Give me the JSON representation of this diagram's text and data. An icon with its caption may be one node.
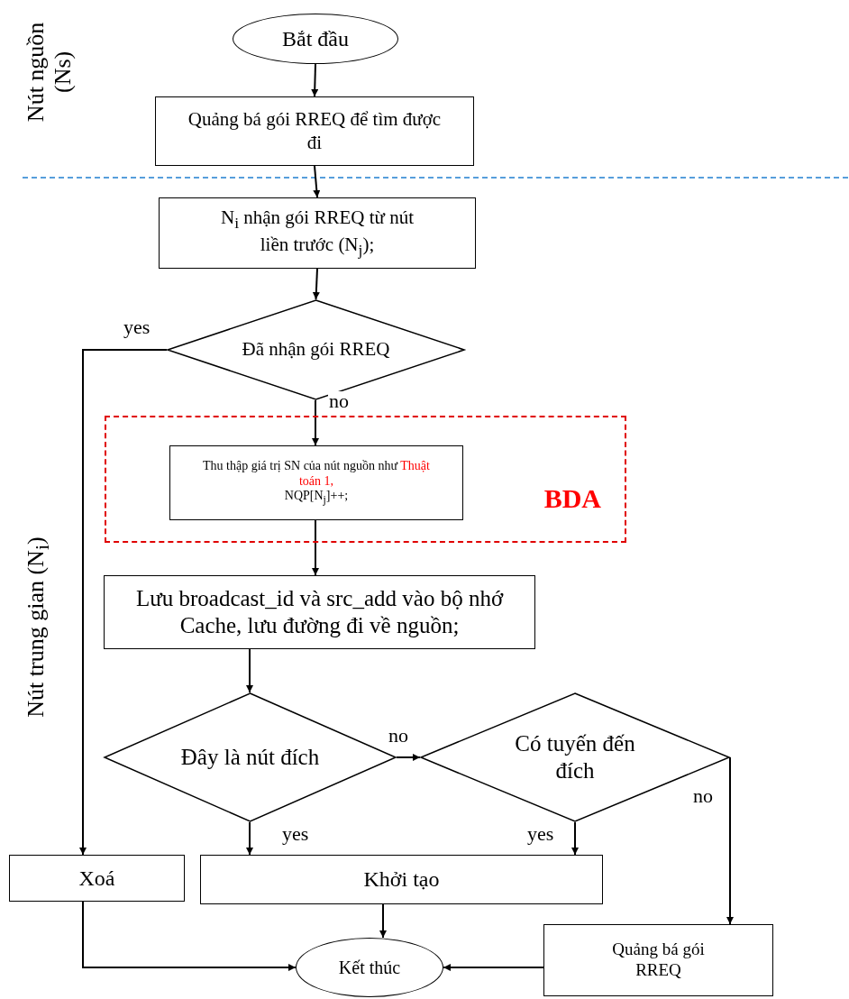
{
  "diagram": {
    "nodes": [
      {
        "text": [
          "Bắt đầu"
        ]
      },
      {
        "text": [
          "Quảng bá gói RREQ để tìm được đi"
        ]
      },
      {
        "text": [
          "N$_{i}$ nhận gói RREQ từ nút liền trước (N$_{j}$);"
        ]
      },
      {
        "text": [
          "Đã nhận gói RREQ"
        ]
      },
      {
        "text": [
          "BDA"
        ]
      },
      {
        "text": [
          "Thu thập giá trị SN của nút nguồn như *Thuật toán 1,*",
          "NQP[N$_{j}$]++;"
        ],
        "in": 4
      },
      {
        "text": [
          "Lưu broadcast_id và src_add vào bộ nhớ Cache, lưu đường đi về nguồn;"
        ]
      },
      {
        "text": [
          "Đây là nút đích"
        ]
      },
      {
        "text": [
          "Có tuyến đến đích"
        ]
      },
      {
        "text": [
          "Xoá"
        ]
      },
      {
        "text": [
          "Khởi tạo"
        ]
      },
      {
        "text": [
          "Kết thúc"
        ]
      },
      {
        "text": [
          "Quảng bá gói RREQ"
        ]
      }
    ],
    "edges": [
      {
        "from": 0,
        "to": 1,
        "arrow": "to"
      },
      {
        "from": 1,
        "to": 2,
        "arrow": "to"
      },
      {
        "from": 2,
        "to": 3,
        "arrow": "to"
      },
      {
        "from": 3,
        "to": 9,
        "arrow": "to",
        "label": "yes"
      },
      {
        "from": 3,
        "to": 5,
        "arrow": "to",
        "label": "no"
      },
      {
        "from": 5,
        "to": 6,
        "arrow": "to"
      },
      {
        "from": 6,
        "to": 7,
        "arrow": "to"
      },
      {
        "from": 7,
        "to": 8,
        "arrow": "to",
        "label": "no"
      },
      {
        "from": 7,
        "to": 10,
        "arrow": "to",
        "label": "yes"
      },
      {
        "from": 8,
        "to": 10,
        "arrow": "to",
        "label": "yes"
      },
      {
        "from": 8,
        "to": 12,
        "arrow": "to",
        "label": "no"
      },
      {
        "from": 9,
        "to": 11,
        "arrow": "to"
      },
      {
        "from": 10,
        "to": 11,
        "arrow": "to"
      },
      {
        "from": 12,
        "to": 11,
        "arrow": "to"
      }
    ],
    "labels": [
      "Nút nguồn (Ns)",
      "Nút trung gian (N$_{i}$)"
    ]
  }
}
